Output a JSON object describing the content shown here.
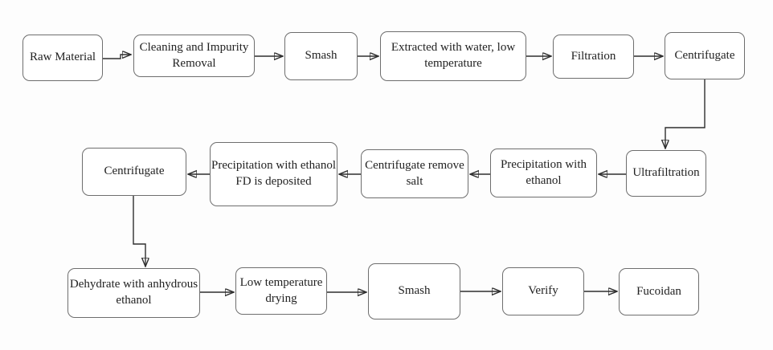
{
  "colors": {
    "background": "#fdfdfd",
    "node_fill": "#ffffff",
    "node_border": "#6e6e6e",
    "arrow": "#2e2e2e",
    "text": "#222222"
  },
  "flowchart": {
    "nodes": [
      {
        "id": "raw-material",
        "label": "Raw Material"
      },
      {
        "id": "cleaning-impurity-removal",
        "label": "Cleaning and Impurity\nRemoval"
      },
      {
        "id": "smash-1",
        "label": "Smash"
      },
      {
        "id": "extracted-with-water",
        "label": "Extracted with water, low\ntemperature"
      },
      {
        "id": "filtration",
        "label": "Filtration"
      },
      {
        "id": "centrifugate-1",
        "label": "Centrifugate"
      },
      {
        "id": "ultrafiltration",
        "label": "Ultrafiltration"
      },
      {
        "id": "precipitation-with-ethanol",
        "label": "Precipitation with\nethanol"
      },
      {
        "id": "centrifugate-remove-salt",
        "label": "Centrifugate remove\nsalt"
      },
      {
        "id": "precipitation-fd-deposited",
        "label": "Precipitation with ethanol\nFD is deposited"
      },
      {
        "id": "centrifugate-2",
        "label": "Centrifugate"
      },
      {
        "id": "dehydrate-anhydrous-ethanol",
        "label": "Dehydrate with anhydrous\nethanol"
      },
      {
        "id": "low-temperature-drying",
        "label": "Low temperature\ndrying"
      },
      {
        "id": "smash-2",
        "label": "Smash"
      },
      {
        "id": "verify",
        "label": "Verify"
      },
      {
        "id": "fucoidan",
        "label": "Fucoidan"
      }
    ],
    "edges": [
      {
        "from": "raw-material",
        "to": "cleaning-impurity-removal"
      },
      {
        "from": "cleaning-impurity-removal",
        "to": "smash-1"
      },
      {
        "from": "smash-1",
        "to": "extracted-with-water"
      },
      {
        "from": "extracted-with-water",
        "to": "filtration"
      },
      {
        "from": "filtration",
        "to": "centrifugate-1"
      },
      {
        "from": "centrifugate-1",
        "to": "ultrafiltration"
      },
      {
        "from": "ultrafiltration",
        "to": "precipitation-with-ethanol"
      },
      {
        "from": "precipitation-with-ethanol",
        "to": "centrifugate-remove-salt"
      },
      {
        "from": "centrifugate-remove-salt",
        "to": "precipitation-fd-deposited"
      },
      {
        "from": "precipitation-fd-deposited",
        "to": "centrifugate-2"
      },
      {
        "from": "centrifugate-2",
        "to": "dehydrate-anhydrous-ethanol"
      },
      {
        "from": "dehydrate-anhydrous-ethanol",
        "to": "low-temperature-drying"
      },
      {
        "from": "low-temperature-drying",
        "to": "smash-2"
      },
      {
        "from": "smash-2",
        "to": "verify"
      },
      {
        "from": "verify",
        "to": "fucoidan"
      }
    ]
  }
}
